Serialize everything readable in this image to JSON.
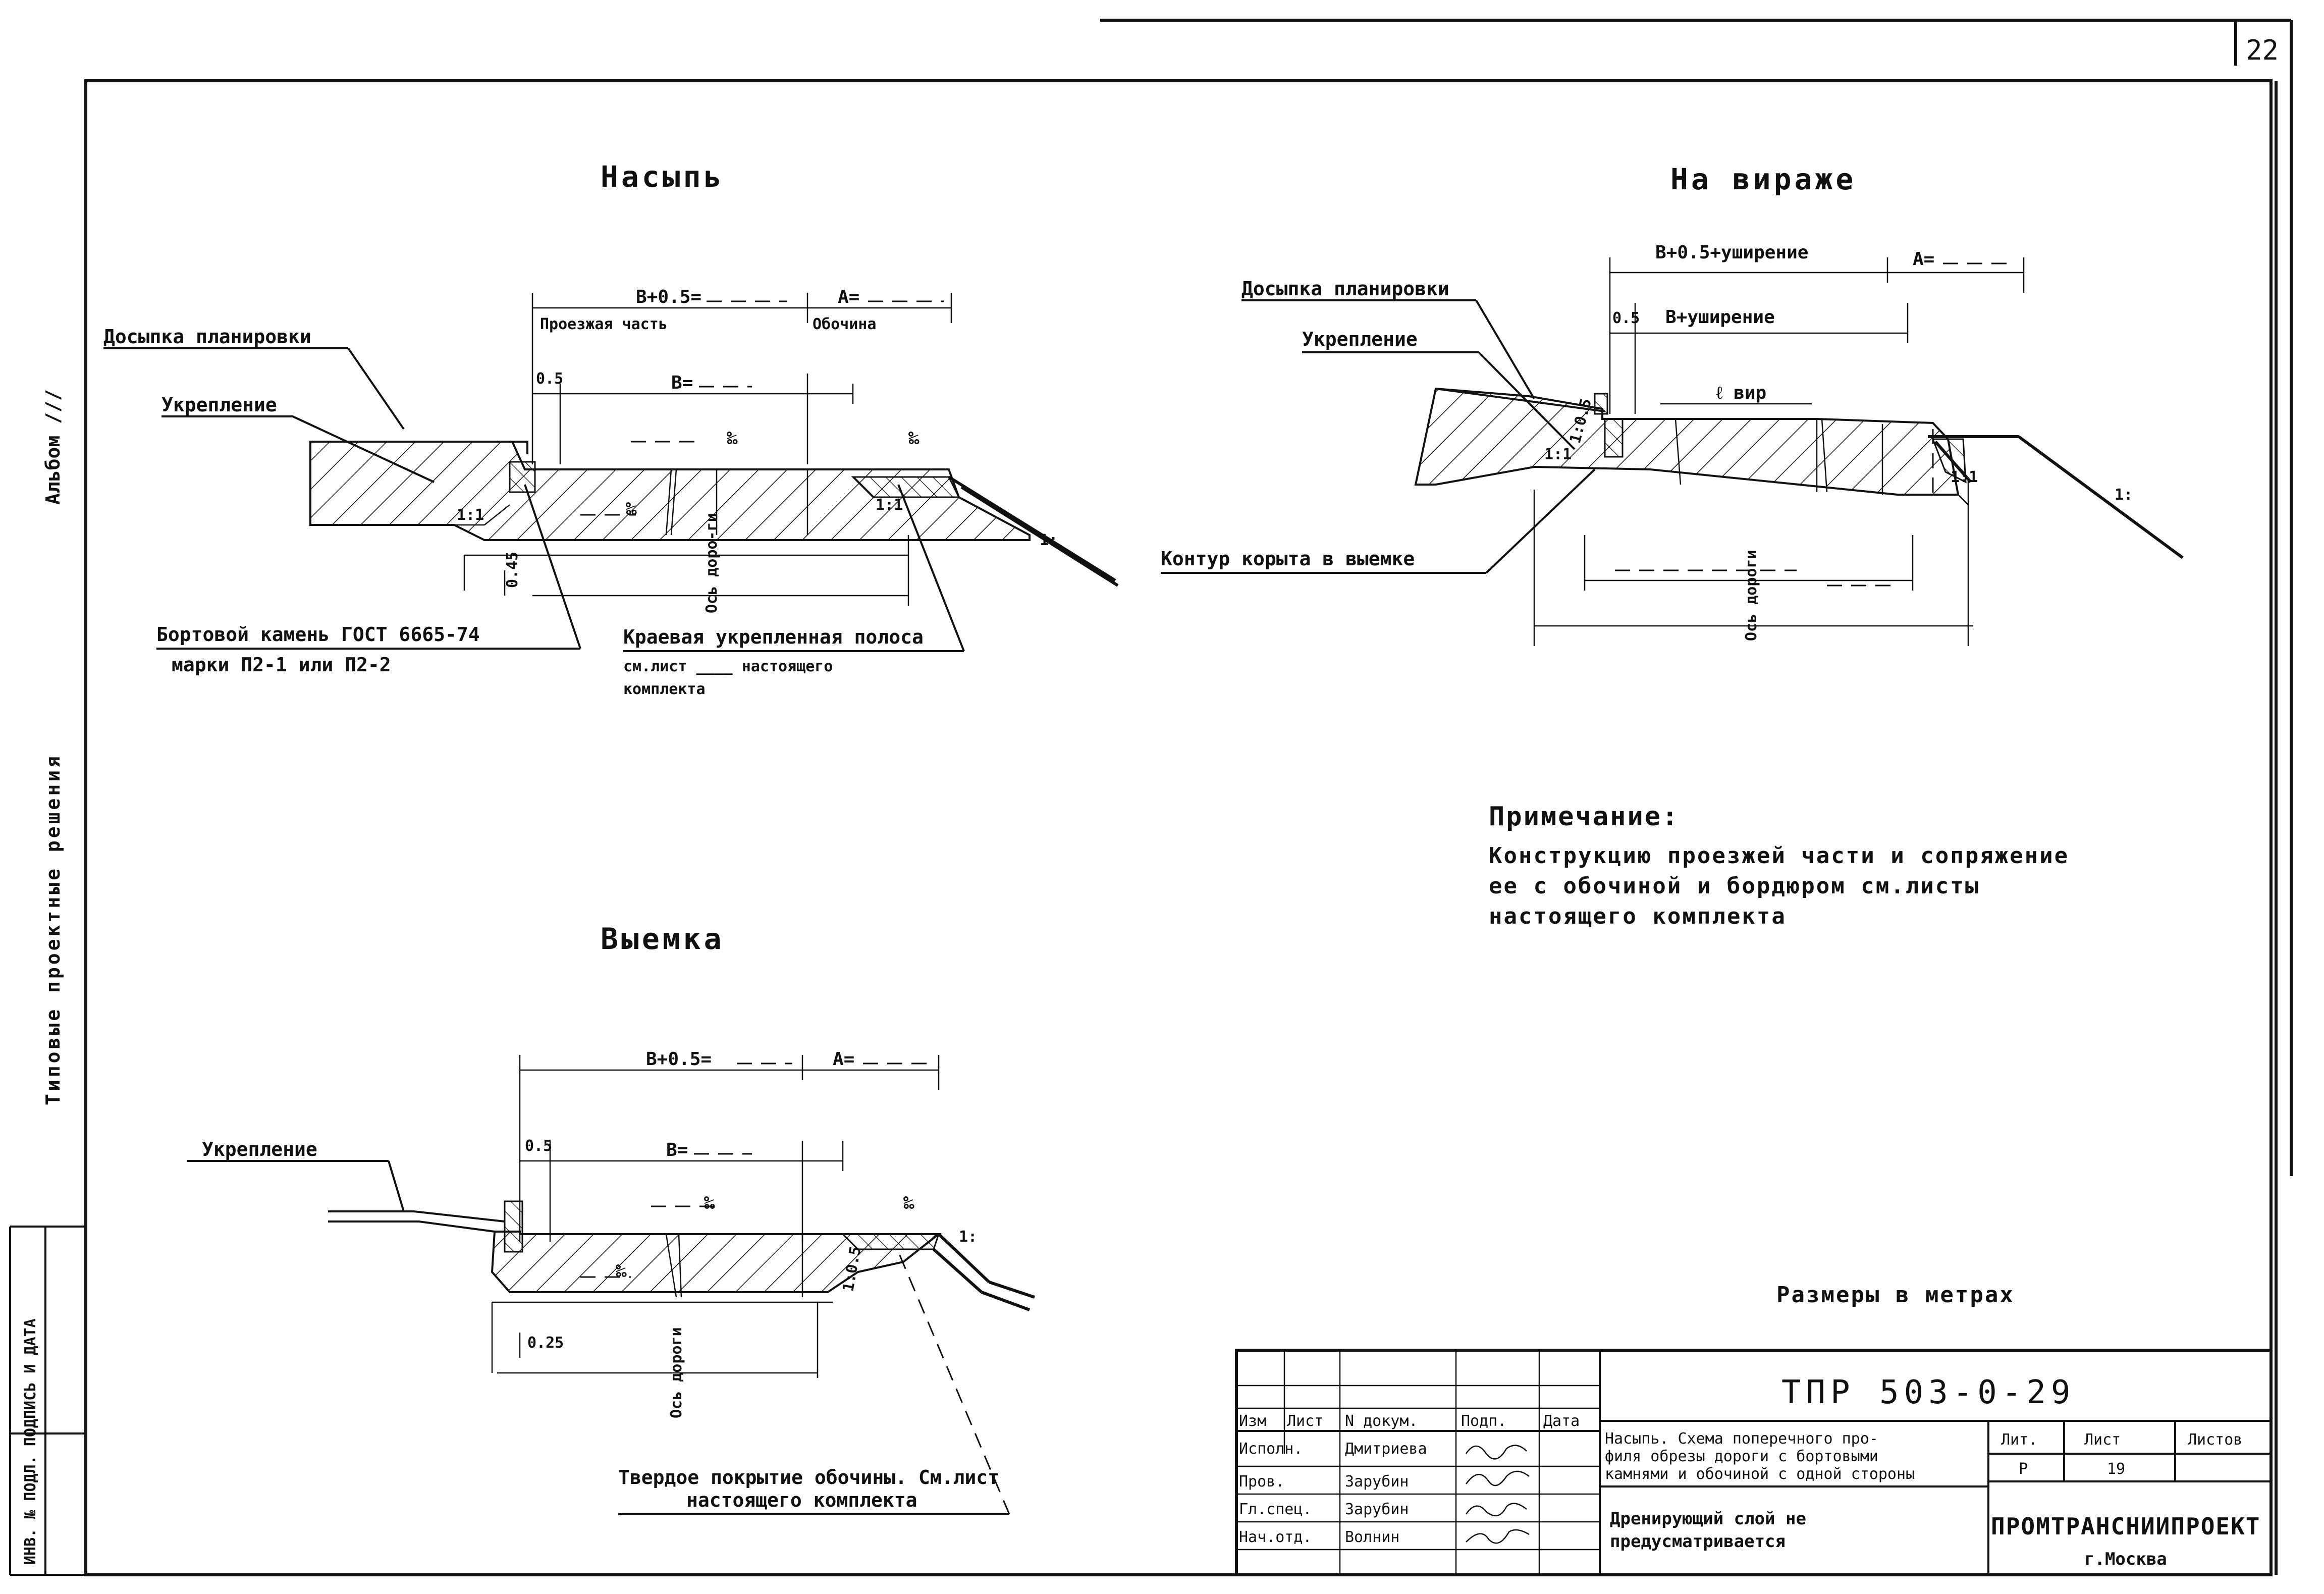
{
  "sheet": {
    "page_number": "22",
    "album_side_label": "Альбом ///",
    "series_side_label": "Типовые проектные решения",
    "stamp_side_label": "ИНВ. № ПОДЛ. ПОДПИСЬ И ДАТА"
  },
  "section_embankment": {
    "title": "Насыпь",
    "top_dim": "В+0.5=",
    "top_dim_a": "А=",
    "carriageway": "Проезжая часть",
    "shoulder": "Обочина",
    "dim_05": "0.5",
    "dim_b": "В=",
    "slope_permille_1": "‰",
    "slope_permille_2": "‰",
    "slope_permille_3": "‰",
    "fill_label": "Досыпка планировки",
    "reinforce_label": "Укрепление",
    "slope_1_1": "1:1",
    "slope_1_1_b": "1:1",
    "slope_right": "1:",
    "dim_045": "0.45",
    "axis": "Ось доро-ги",
    "curb_label_1": "Бортовой камень ГОСТ 6665-74",
    "curb_label_2": "марки П2-1 или П2-2",
    "edge_label_1": "Краевая укрепленная полоса",
    "edge_label_2": "см.лист ____ настоящего",
    "edge_label_3": "комплекта"
  },
  "section_curve": {
    "title": "На вираже",
    "top_dim": "В+0.5+уширение",
    "top_dim_a": "А=",
    "dim_05": "0.5",
    "dim_b": "В+уширение",
    "e_vir": "ℓ вир",
    "fill_label": "Досыпка планировки",
    "reinforce_label": "Укрепление",
    "contour_label": "Контур корыта в выемке",
    "slope_1_1": "1:1",
    "slope_05": "1:0.5",
    "slope_1_1_b": "1:1",
    "slope_right": "1:",
    "axis": "Ось дороги"
  },
  "section_cut": {
    "title": "Выемка",
    "top_dim": "В+0.5=",
    "top_dim_a": "А=",
    "dim_05": "0.5",
    "dim_b": "В=",
    "slope_permille_1": "‰",
    "slope_permille_2": "‰",
    "slope_permille_3": "‰",
    "reinforce_label": "Укрепление",
    "slope_05": "1:0.5",
    "slope_right": "1:",
    "dim_025": "0.25",
    "axis": "Ось дороги",
    "hard_label_1": "Твердое покрытие обочины. См.лист",
    "hard_label_2": "настоящего комплекта"
  },
  "note": {
    "heading": "Примечание:",
    "line1": "Конструкцию проезжей части и сопряжение",
    "line2": "ее с обочиной и бордюром см.листы",
    "line3": "настоящего комплекта"
  },
  "units_label": "Размеры в метрах",
  "title_block": {
    "code": "ТПР 503-0-29",
    "headers": [
      "Изм",
      "Лист",
      "N докум.",
      "Подп.",
      "Дата"
    ],
    "rows": [
      {
        "role": "Исполн.",
        "name": "Дмитриева"
      },
      {
        "role": "Пров.",
        "name": "Зарубин"
      },
      {
        "role": "Гл.спец.",
        "name": "Зарубин"
      },
      {
        "role": "Нач.отд.",
        "name": "Волнин"
      }
    ],
    "desc_1": "Насыпь. Схема поперечного про-",
    "desc_2": "филя обрезы дороги с бортовыми",
    "desc_3": "камнями и обочиной с одной стороны",
    "drain_1": "Дренирующий слой не",
    "drain_2": "предусматривается",
    "lit_hdr": "Лит.",
    "sheet_hdr": "Лист",
    "sheets_hdr": "Листов",
    "lit_val": "Р",
    "sheet_val": "19",
    "org": "ПРОМТРАНСНИИПРОЕКТ",
    "city": "г.Москва"
  }
}
